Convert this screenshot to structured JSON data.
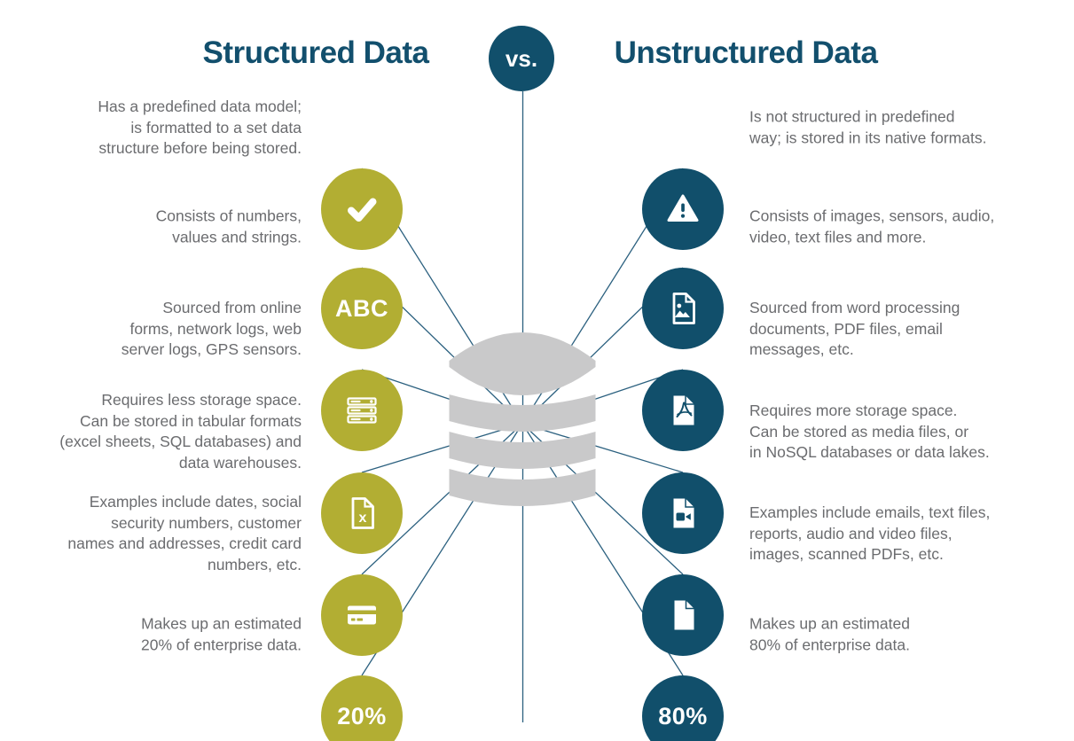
{
  "header": {
    "left_title": "Structured Data",
    "vs_label": "vs.",
    "right_title": "Unstructured Data"
  },
  "colors": {
    "structured_accent": "#b2ae33",
    "unstructured_accent": "#114f6b",
    "title_text": "#124f6d",
    "body_text": "#6b6c6f",
    "database_gray": "#c9c9ca",
    "connector_line": "#2b607f"
  },
  "center": {
    "symbol": "database-icon"
  },
  "structured": {
    "rows": [
      {
        "icon": "check-icon",
        "text": "Has a predefined data model;\nis formatted to a set data\nstructure before being stored."
      },
      {
        "icon": "abc-badge",
        "badge": "ABC",
        "text": "Consists of numbers,\nvalues and strings."
      },
      {
        "icon": "server-icon",
        "text": "Sourced from online\nforms, network logs, web\nserver logs, GPS sensors."
      },
      {
        "icon": "excel-file-icon",
        "text": "Requires less storage space.\nCan be stored in tabular formats\n(excel sheets, SQL databases) and\ndata warehouses."
      },
      {
        "icon": "credit-card-icon",
        "text": "Examples include dates, social\nsecurity numbers, customer\nnames and addresses, credit card\nnumbers, etc."
      },
      {
        "icon": "percent-badge",
        "badge": "20%",
        "text": "Makes up an estimated\n20% of enterprise data."
      }
    ]
  },
  "unstructured": {
    "rows": [
      {
        "icon": "warning-icon",
        "text": "Is not structured in predefined\nway; is stored in its native formats."
      },
      {
        "icon": "image-file-icon",
        "text": "Consists of images, sensors, audio,\nvideo, text files and more."
      },
      {
        "icon": "pdf-file-icon",
        "text": "Sourced from word processing\ndocuments, PDF files, email\nmessages, etc."
      },
      {
        "icon": "video-file-icon",
        "text": "Requires more storage space.\nCan be stored as media files, or\nin NoSQL databases or data lakes."
      },
      {
        "icon": "file-icon",
        "text": "Examples include emails, text files,\nreports, audio and video files,\nimages, scanned PDFs, etc."
      },
      {
        "icon": "percent-badge",
        "badge": "80%",
        "text": "Makes up an estimated\n80% of enterprise data."
      }
    ]
  }
}
